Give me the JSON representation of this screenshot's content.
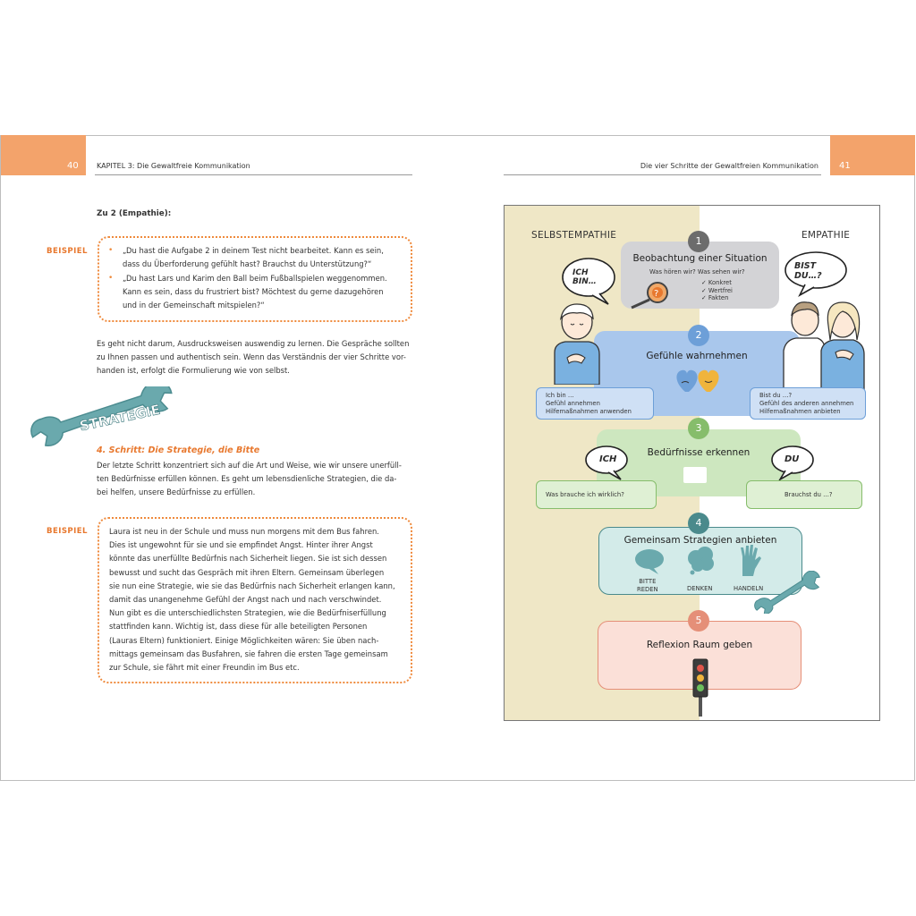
{
  "left_page": {
    "page_number": "40",
    "running_head": "KAPITEL 3: Die Gewaltfreie Kommunikation",
    "section_heading": "Zu 2 (Empathie):",
    "example1": {
      "label": "BEISPIEL",
      "items": [
        [
          "„Du hast die Aufgabe 2 in deinem Test nicht bearbeitet. Kann es sein,",
          "dass du Überforderung gefühlt hast? Brauchst du Unterstützung?“"
        ],
        [
          "„Du hast Lars und Karim den Ball beim Fußballspielen weggenommen.",
          "Kann es sein, dass du frustriert bist? Möchtest du gerne dazugehören",
          "und in der Gemeinschaft mitspielen?“"
        ]
      ]
    },
    "paragraph1": [
      "Es geht nicht darum, Ausdrucksweisen auswendig zu lernen. Die Gespräche sollten",
      "zu Ihnen passen und authentisch sein. Wenn das Verständnis der vier Schritte vor-",
      "handen ist, erfolgt die Formulierung wie von selbst."
    ],
    "wrench_label": "STRATEGIE",
    "step4_heading": "4. Schritt: Die Strategie, die Bitte",
    "paragraph2": [
      "Der letzte Schritt konzentriert sich auf die Art und Weise, wie wir unsere unerfüll-",
      "ten Bedürfnisse erfüllen können. Es geht um lebensdienliche Strategien, die da-",
      "bei helfen, unsere Bedürfnisse zu erfüllen."
    ],
    "example2": {
      "label": "BEISPIEL",
      "lines": [
        "Laura ist neu in der Schule und muss nun morgens mit dem Bus fahren.",
        "Dies ist ungewohnt für sie und sie empfindet Angst. Hinter ihrer Angst",
        "könnte das unerfüllte Bedürfnis nach Sicherheit liegen. Sie ist sich dessen",
        "bewusst und sucht das Gespräch mit ihren Eltern. Gemeinsam überlegen",
        "sie nun eine Strategie, wie sie das Bedürfnis nach Sicherheit erlangen kann,",
        "damit das unangenehme Gefühl der Angst nach und nach verschwindet.",
        "Nun gibt es die unterschiedlichsten Strategien, wie die Bedürfniserfüllung",
        "stattfinden kann. Wichtig ist, dass diese für alle beteiligten Personen",
        "(Lauras Eltern) funktioniert. Einige Möglichkeiten wären: Sie üben nach-",
        "mittags gemeinsam das Busfahren, sie fahren die ersten Tage gemeinsam",
        "zur Schule, sie fährt mit einer Freundin im Bus etc."
      ]
    }
  },
  "right_page": {
    "page_number": "41",
    "running_head": "Die vier Schritte der Gewaltfreien Kommunikation",
    "diagram": {
      "left_label": "SELBSTEMPATHIE",
      "right_label": "EMPATHIE",
      "bubble_left_1": "ICH BIN…",
      "bubble_right_1": "BIST DU…?",
      "bubble_left_3": "ICH",
      "bubble_right_3": "DU",
      "steps": [
        {
          "num": "1",
          "title": "Beobachtung einer Situation",
          "subtitle": "Was hören wir? Was sehen wir?",
          "checks": [
            "✓ Konkret",
            "✓ Wertfrei",
            "✓ Fakten"
          ],
          "color": "#d3d3d6",
          "num_color": "#6c6c6c"
        },
        {
          "num": "2",
          "title": "Gefühle wahrnehmen",
          "left_lines": [
            "Ich bin …",
            "Gefühl annehmen",
            "Hilfemaßnahmen anwenden"
          ],
          "right_lines": [
            "Bist du …?",
            "Gefühl des anderen annehmen",
            "Hilfemaßnahmen anbieten"
          ],
          "color": "#a9c7ec",
          "num_color": "#6d9fd8"
        },
        {
          "num": "3",
          "title": "Bedürfnisse erkennen",
          "left_text": "Was brauche ich wirklich?",
          "right_text": "Brauchst du …?",
          "color": "#cde7bf",
          "num_color": "#86bd6b"
        },
        {
          "num": "4",
          "title": "Gemeinsam Strategien anbieten",
          "icons": [
            "BITTE\nREDEN",
            "DENKEN",
            "HANDELN"
          ],
          "color": "#d3ebe9",
          "num_color": "#4a8a8c"
        },
        {
          "num": "5",
          "title": "Reflexion Raum geben",
          "color": "#fbe0d8",
          "num_color": "#e58f78"
        }
      ]
    }
  },
  "colors": {
    "accent_orange": "#f3a36b",
    "text_orange": "#e8782e",
    "wrench_teal": "#6aa9ad"
  }
}
